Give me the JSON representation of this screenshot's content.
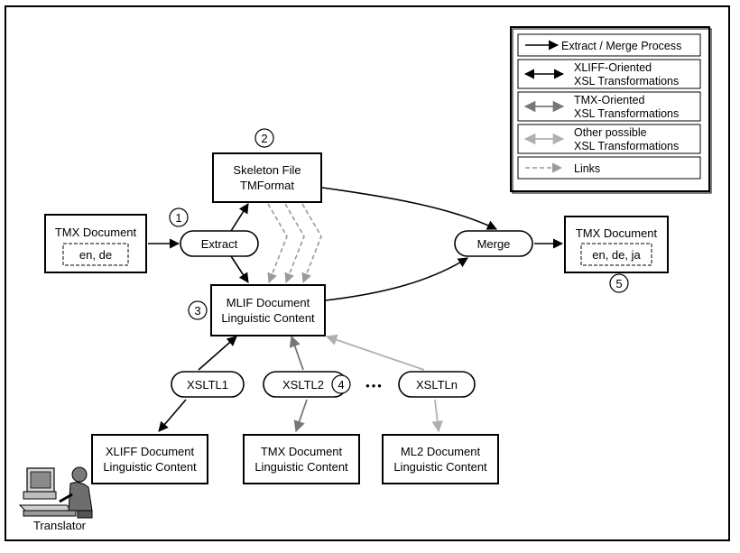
{
  "legend": {
    "extract_merge": "Extract / Merge Process",
    "xliff_line1": "XLIFF-Oriented",
    "xliff_line2": "XSL Transformations",
    "tmx_line1": "TMX-Oriented",
    "tmx_line2": "XSL Transformations",
    "other_line1": "Other possible",
    "other_line2": "XSL Transformations",
    "links": "Links"
  },
  "colors": {
    "black": "#000000",
    "tmx_gray": "#777777",
    "other_gray": "#b0b0b0",
    "links_gray": "#9a9a9a"
  },
  "steps": {
    "s1": "1",
    "s2": "2",
    "s3": "3",
    "s4": "4",
    "s5": "5"
  },
  "nodes": {
    "tmx_src_title": "TMX Document",
    "tmx_src_langs": "en, de",
    "extract": "Extract",
    "skeleton_line1": "Skeleton File",
    "skeleton_line2": "TMFormat",
    "mlif_line1": "MLIF Document",
    "mlif_line2": "Linguistic Content",
    "merge": "Merge",
    "tmx_out_title": "TMX Document",
    "tmx_out_langs": "en, de, ja",
    "xsltl1": "XSLTL1",
    "xsltl2": "XSLTL2",
    "ellipsis": "•••",
    "xsltln": "XSLTLn",
    "xliff_doc_line1": "XLIFF Document",
    "xliff_doc_line2": "Linguistic Content",
    "tmx_doc_line1": "TMX Document",
    "tmx_doc_line2": "Linguistic Content",
    "ml2_doc_line1": "ML2 Document",
    "ml2_doc_line2": "Linguistic Content",
    "translator": "Translator"
  },
  "icons": {
    "translator_figure": "translator-at-computer-icon"
  }
}
